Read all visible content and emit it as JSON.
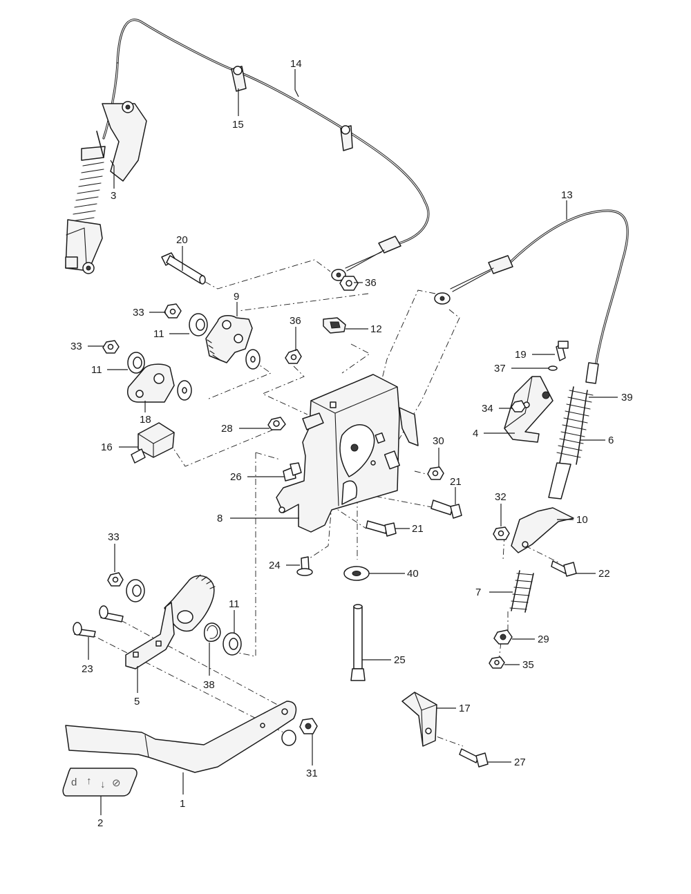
{
  "callouts": [
    {
      "id": "c1",
      "text": "1"
    },
    {
      "id": "c2",
      "text": "2"
    },
    {
      "id": "c3",
      "text": "3"
    },
    {
      "id": "c4",
      "text": "4"
    },
    {
      "id": "c5",
      "text": "5"
    },
    {
      "id": "c6",
      "text": "6"
    },
    {
      "id": "c7",
      "text": "7"
    },
    {
      "id": "c8",
      "text": "8"
    },
    {
      "id": "c9",
      "text": "9"
    },
    {
      "id": "c10",
      "text": "10"
    },
    {
      "id": "c11a",
      "text": "11"
    },
    {
      "id": "c11b",
      "text": "11"
    },
    {
      "id": "c11c",
      "text": "11"
    },
    {
      "id": "c12",
      "text": "12"
    },
    {
      "id": "c13",
      "text": "13"
    },
    {
      "id": "c14",
      "text": "14"
    },
    {
      "id": "c15",
      "text": "15"
    },
    {
      "id": "c16",
      "text": "16"
    },
    {
      "id": "c17",
      "text": "17"
    },
    {
      "id": "c18",
      "text": "18"
    },
    {
      "id": "c19",
      "text": "19"
    },
    {
      "id": "c20",
      "text": "20"
    },
    {
      "id": "c21a",
      "text": "21"
    },
    {
      "id": "c21b",
      "text": "21"
    },
    {
      "id": "c22",
      "text": "22"
    },
    {
      "id": "c23",
      "text": "23"
    },
    {
      "id": "c24",
      "text": "24"
    },
    {
      "id": "c25",
      "text": "25"
    },
    {
      "id": "c26",
      "text": "26"
    },
    {
      "id": "c27",
      "text": "27"
    },
    {
      "id": "c28",
      "text": "28"
    },
    {
      "id": "c29",
      "text": "29"
    },
    {
      "id": "c30",
      "text": "30"
    },
    {
      "id": "c31",
      "text": "31"
    },
    {
      "id": "c32",
      "text": "32"
    },
    {
      "id": "c33a",
      "text": "33"
    },
    {
      "id": "c33b",
      "text": "33"
    },
    {
      "id": "c33c",
      "text": "33"
    },
    {
      "id": "c34",
      "text": "34"
    },
    {
      "id": "c35",
      "text": "35"
    },
    {
      "id": "c36a",
      "text": "36"
    },
    {
      "id": "c36b",
      "text": "36"
    },
    {
      "id": "c37",
      "text": "37"
    },
    {
      "id": "c38",
      "text": "38"
    },
    {
      "id": "c39",
      "text": "39"
    },
    {
      "id": "c40",
      "text": "40"
    }
  ],
  "decal_symbols": {
    "left": "d",
    "up": "↑",
    "down": "↓",
    "right": "⊘"
  }
}
